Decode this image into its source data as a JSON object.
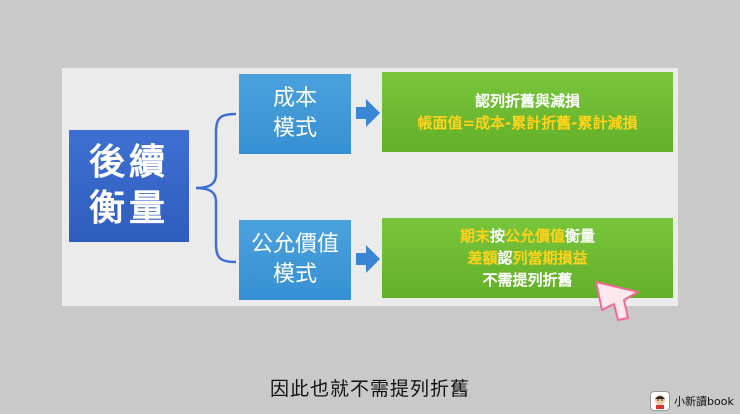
{
  "diagram": {
    "root": {
      "line1": "後續",
      "line2": "衡量"
    },
    "cost_model": {
      "label_line1": "成本",
      "label_line2": "模式",
      "result_line1": "認列折舊與減損",
      "result_line2": "帳面值=成本-累計折舊-累計減損"
    },
    "fair_value_model": {
      "label_line1": "公允價值",
      "label_line2": "模式",
      "result_line1_part1": "期末",
      "result_line1_part2": "按",
      "result_line1_part3": "公允價值",
      "result_line1_part4": "衡量",
      "result_line2_part1": "差額",
      "result_line2_part2": "認",
      "result_line2_part3": "列當期損益",
      "result_line3": "不需提列折舊"
    }
  },
  "subtitle": "因此也就不需提列折舊",
  "watermark": {
    "text": "小新讀book"
  },
  "colors": {
    "dark_blue": "#2f5dbd",
    "light_blue": "#3790d2",
    "green": "#63b029",
    "highlight_yellow": "#ffd21c",
    "arrow_blue": "#3a86d4"
  }
}
